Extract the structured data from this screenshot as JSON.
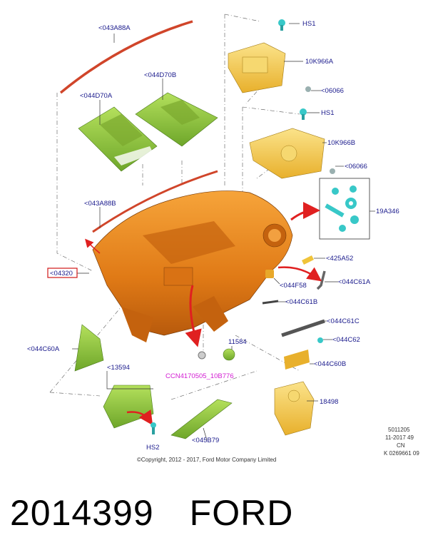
{
  "labels": {
    "l_043A88A": "<043A88A",
    "l_044D70B": "<044D70B",
    "l_044D70A": "<044D70A",
    "l_043A88B": "<043A88B",
    "l_04320": "<04320",
    "l_044C60A": "<044C60A",
    "l_13594": "<13594",
    "l_HS2": "HS2",
    "l_045B79": "<045B79",
    "l_CCN": "CCN4170505_10B776",
    "l_11584": "11584",
    "l_HS1a": "HS1",
    "l_10K966A": "10K966A",
    "l_06066a": "<06066",
    "l_HS1b": "HS1",
    "l_10K966B": "10K966B",
    "l_06066b": "<06066",
    "l_19A346": "19A346",
    "l_425A52": "<425A52",
    "l_044F58": "<044F58",
    "l_044C61A": "<044C61A",
    "l_044C61B": "<044C61B",
    "l_044C61C": "<044C61C",
    "l_044C62": "<044C62",
    "l_044C60B": "<044C60B",
    "l_18498": "18498"
  },
  "meta": {
    "id": "5011205",
    "date": "11-2017 49",
    "region": "CN",
    "ref": "K 0269661 09"
  },
  "copyright": "©Copyright, 2012 - 2017, Ford Motor Company Limited",
  "footer": {
    "part_number": "2014399",
    "brand": "FORD"
  },
  "colors": {
    "label_text": "#1a1a8c",
    "highlight_box": "#d01818",
    "magenta_label": "#d21cd2",
    "panel_orange": "#e0801a",
    "part_green": "#8cc43a",
    "part_yellow": "#f0c43a",
    "part_cyan": "#38c8c8",
    "arrow_red": "#e02020"
  }
}
